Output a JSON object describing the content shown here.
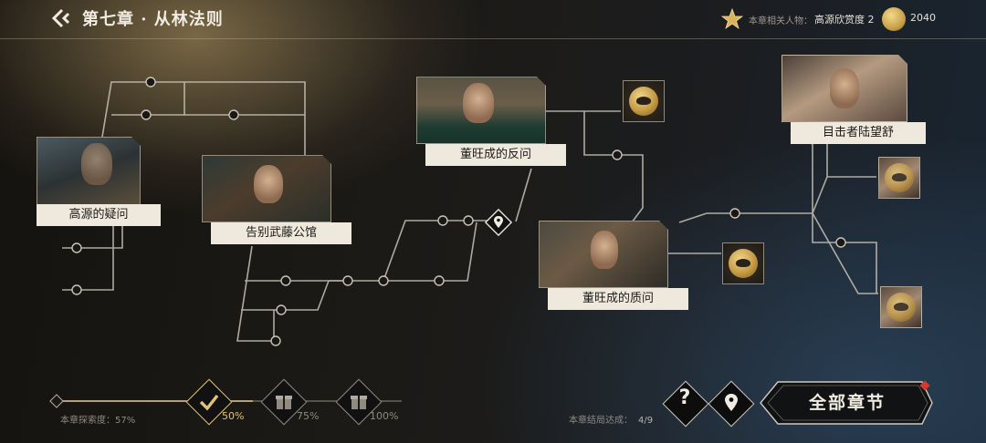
{
  "header": {
    "title": "第七章 · 从林法则",
    "related_label": "本章相关人物：",
    "related_value": "高源欣赏度 2",
    "coins": "2040"
  },
  "story_nodes": [
    {
      "label": "高源的疑问"
    },
    {
      "label": "告别武藤公馆"
    },
    {
      "label": "董旺成的反问"
    },
    {
      "label": "董旺成的质问"
    },
    {
      "label": "目击者陆望舒"
    }
  ],
  "progress": {
    "label": "本章探索度：",
    "value": "57%",
    "milestones": [
      "50%",
      "75%",
      "100%"
    ]
  },
  "endings": {
    "label": "本章结局达成：",
    "value": "4/9"
  },
  "buttons": {
    "help": "?",
    "all_chapters": "全部章节"
  },
  "colors": {
    "accent_gold": "#e2c27a",
    "line": "#c9c3b8",
    "notify": "#d23a2c"
  }
}
